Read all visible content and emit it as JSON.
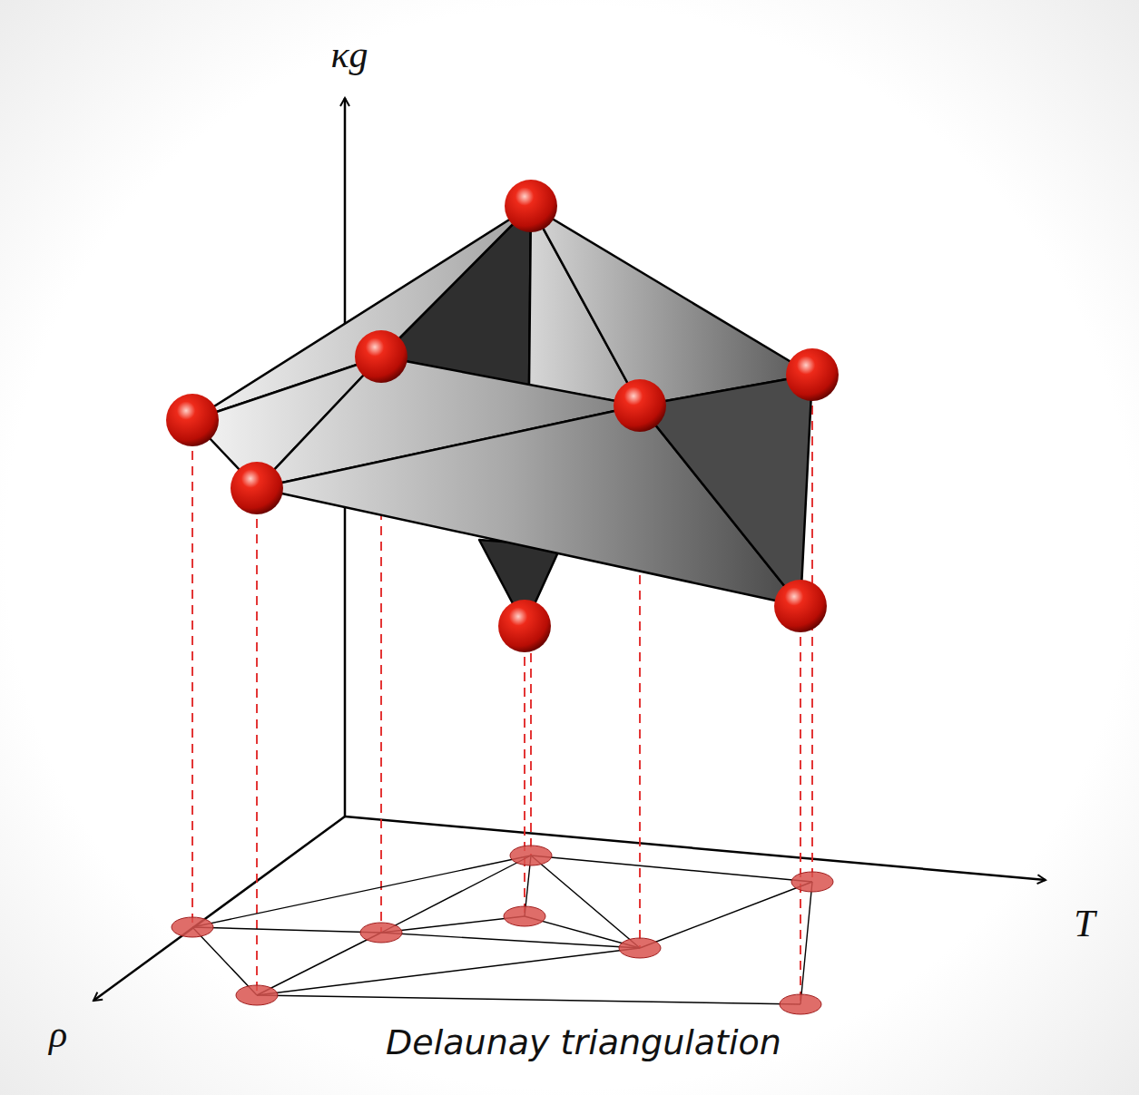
{
  "diagram": {
    "labels": [
      "κg",
      "T",
      "ρ",
      "Delaunay triangulation"
    ]
  }
}
